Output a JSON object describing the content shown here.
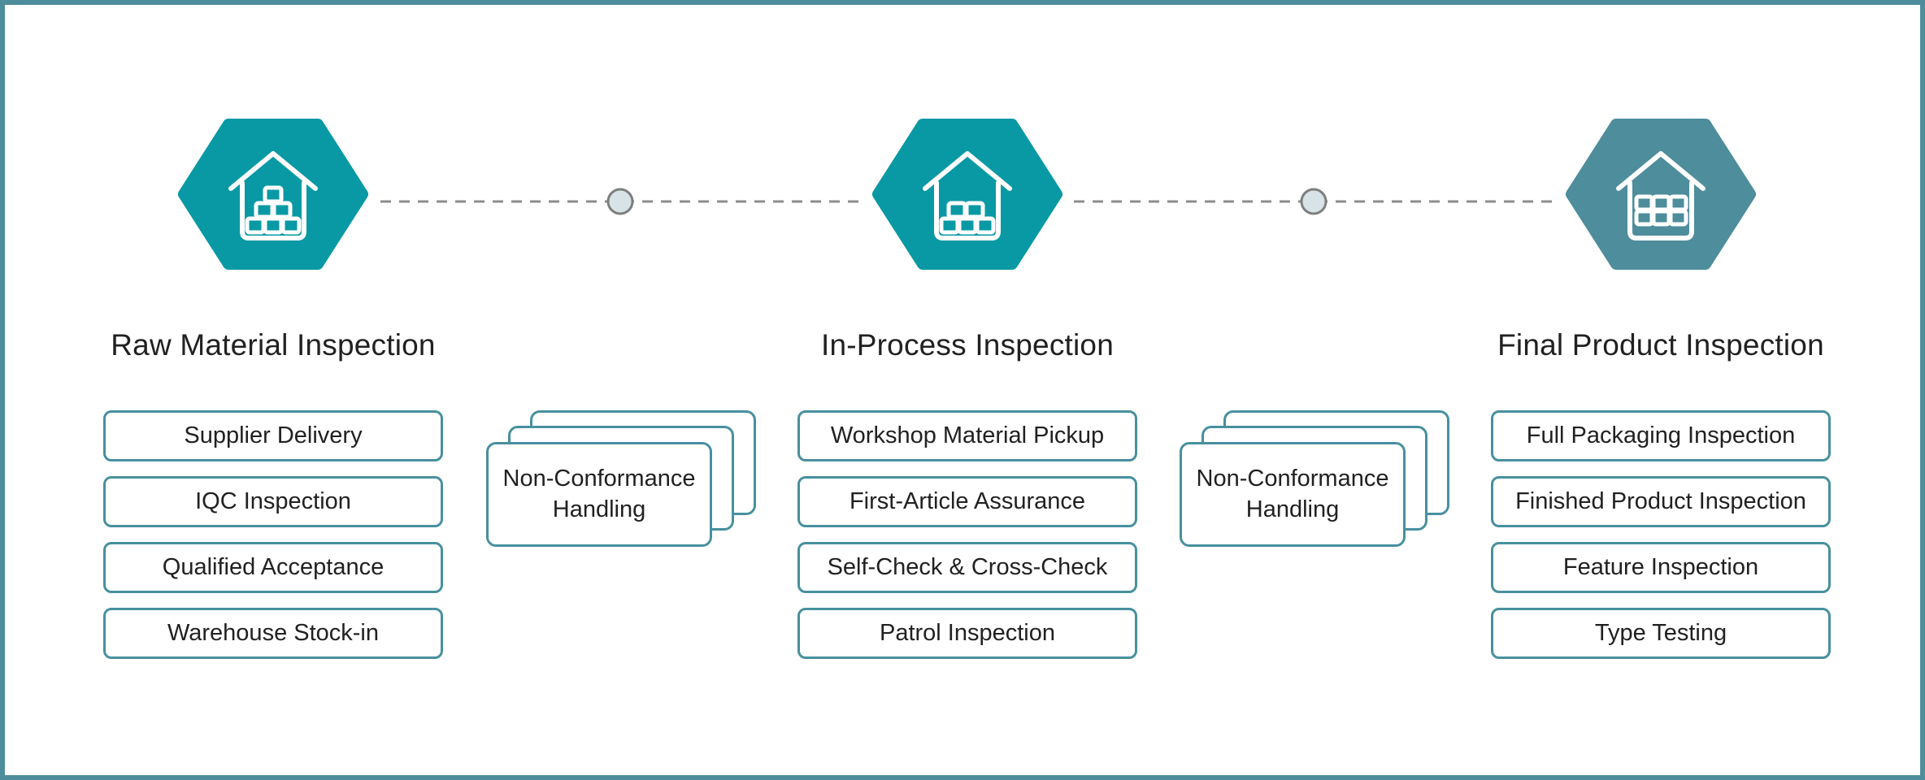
{
  "diagram": {
    "stages": [
      {
        "title": "Raw Material Inspection",
        "hex_color": "#0999A4",
        "icon": "warehouse-boxes-pyramid-icon",
        "steps": [
          "Supplier Delivery",
          "IQC Inspection",
          "Qualified Acceptance",
          "Warehouse Stock-in"
        ]
      },
      {
        "title": "In-Process Inspection",
        "hex_color": "#0999A4",
        "icon": "warehouse-boxes-rows-icon",
        "steps": [
          "Workshop Material Pickup",
          "First-Article Assurance",
          "Self-Check & Cross-Check",
          "Patrol Inspection"
        ]
      },
      {
        "title": "Final Product Inspection",
        "hex_color": "#4E8D9B",
        "icon": "warehouse-boxes-grid-icon",
        "steps": [
          "Full Packaging Inspection",
          "Finished Product Inspection",
          "Feature Inspection",
          "Type Testing"
        ]
      }
    ],
    "offshoots": [
      {
        "label": "Non-Conformance Handling"
      },
      {
        "label": "Non-Conformance Handling"
      }
    ],
    "colors": {
      "accent_teal": "#0999A4",
      "muted_teal": "#4E8D9B",
      "step_border": "#47909E",
      "frame_border": "#4E8D9B",
      "dash_gray": "#8C8C8C",
      "node_fill": "#D7E3E7",
      "node_border": "#7E7E7E",
      "text": "#212121",
      "icon_stroke": "#FFFFFF"
    }
  }
}
